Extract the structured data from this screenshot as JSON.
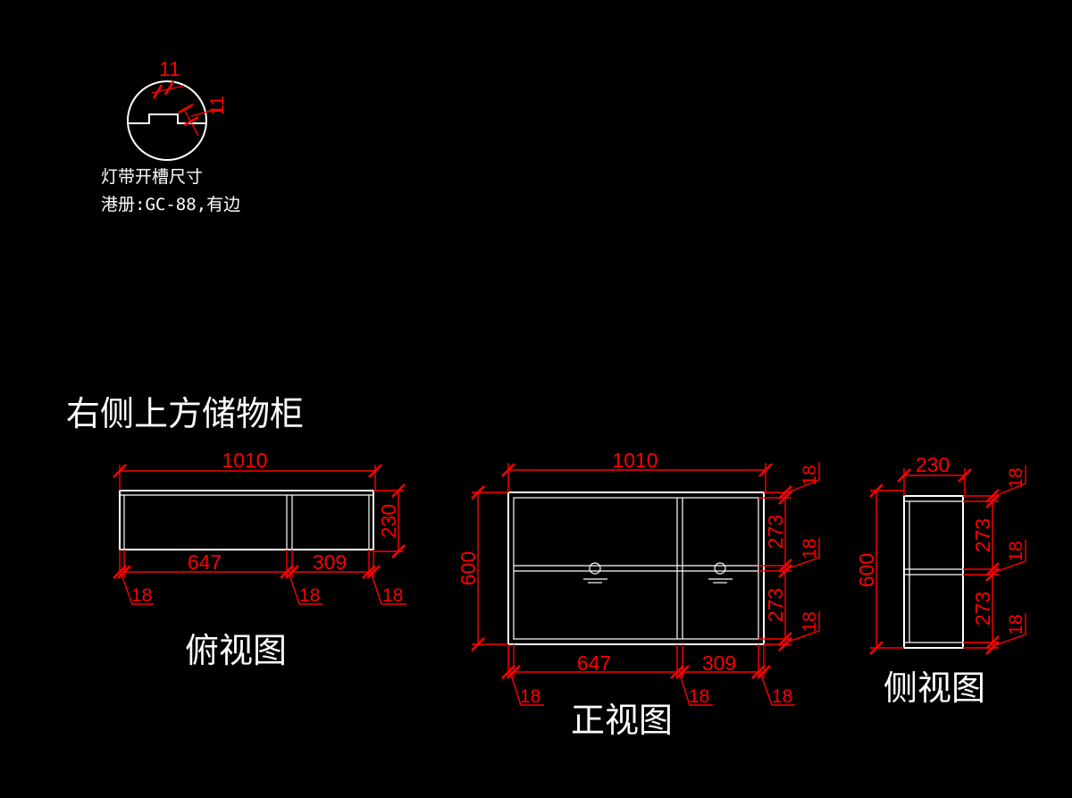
{
  "detail": {
    "dim_width": "11",
    "dim_depth": "11",
    "note_line1": "灯带开槽尺寸",
    "note_line2": "港册:GC-88,有边"
  },
  "title": "右侧上方储物柜",
  "top_view": {
    "label": "俯视图",
    "overall_width": "1010",
    "depth": "230",
    "left_width": "647",
    "right_width": "309",
    "board_left": "18",
    "board_mid": "18",
    "board_right": "18"
  },
  "front_view": {
    "label": "正视图",
    "overall_width": "1010",
    "height": "600",
    "left_width": "647",
    "right_width": "309",
    "board_left": "18",
    "board_mid": "18",
    "board_right": "18",
    "right_top_board": "18",
    "right_upper_space": "273",
    "right_mid_board": "18",
    "right_lower_space": "273",
    "right_bottom_board": "18"
  },
  "side_view": {
    "label": "侧视图",
    "depth": "230",
    "height": "600",
    "top_board": "18",
    "upper_space": "273",
    "mid_board": "18",
    "lower_space": "273",
    "bottom_board": "18"
  }
}
